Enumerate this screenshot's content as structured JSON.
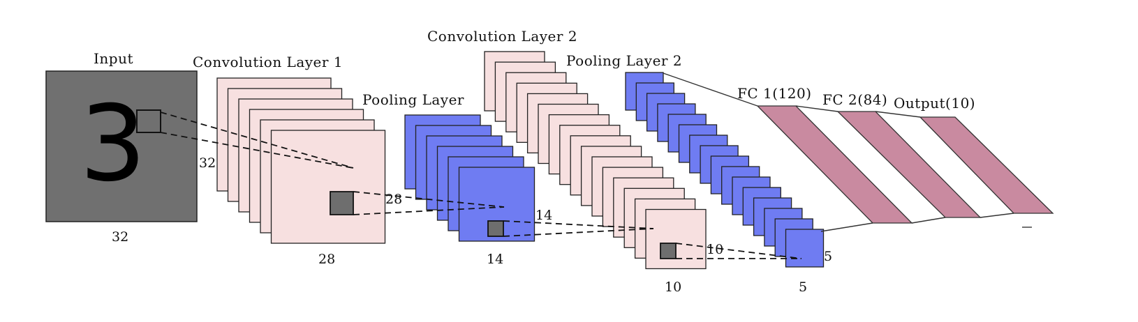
{
  "diagram": {
    "input": {
      "title": "Input",
      "digit": "3",
      "side_label": "",
      "bottom_label": "32"
    },
    "conv1": {
      "title": "Convolution Layer 1",
      "side_label": "32",
      "bottom_label": "28"
    },
    "pool1": {
      "title": "Pooling Layer",
      "side_label": "28",
      "bottom_label": "14"
    },
    "conv2": {
      "title": "Convolution Layer 2",
      "side_label": "14",
      "bottom_label": "10"
    },
    "pool2": {
      "title": "Pooling Layer 2",
      "side_label": "10",
      "bottom_label": "5",
      "right_label": "5"
    },
    "fc1": {
      "title": "FC 1(120)"
    },
    "fc2": {
      "title": "FC 2(84)"
    },
    "output": {
      "title": "Output(10)"
    }
  },
  "colors": {
    "input": "#707070",
    "conv": "#f7e0e0",
    "pool": "#6f7cf2",
    "fc": "#c98aa0"
  }
}
